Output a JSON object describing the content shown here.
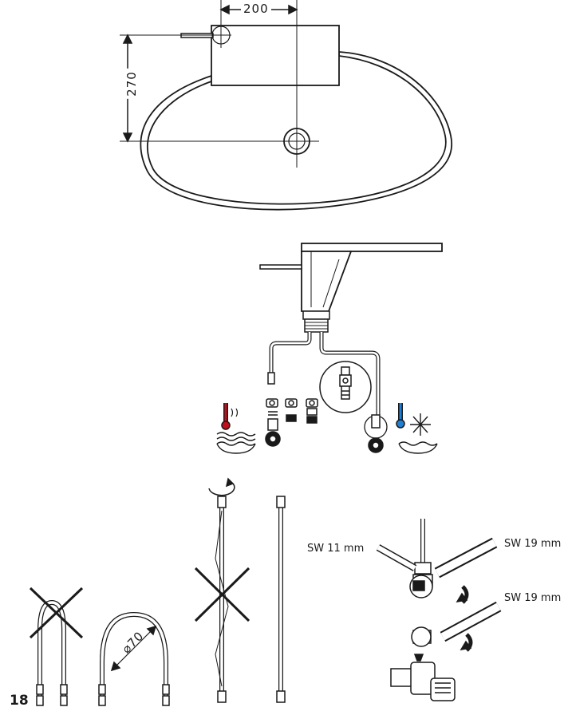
{
  "page": {
    "number": "18"
  },
  "dimensions": {
    "width_mm": "200",
    "height_mm": "270",
    "diameter": "⌀70"
  },
  "wrench_labels": {
    "sw_small": "SW 11 mm",
    "sw_large_top": "SW 19 mm",
    "sw_large_bottom": "SW 19 mm"
  },
  "icons": {
    "hot": "thermometer-hot-icon",
    "cold": "snowflake-cold-icon"
  },
  "colors": {
    "line": "#1a1a1a",
    "hot": "#c0101a",
    "cold": "#1e7fd4"
  }
}
